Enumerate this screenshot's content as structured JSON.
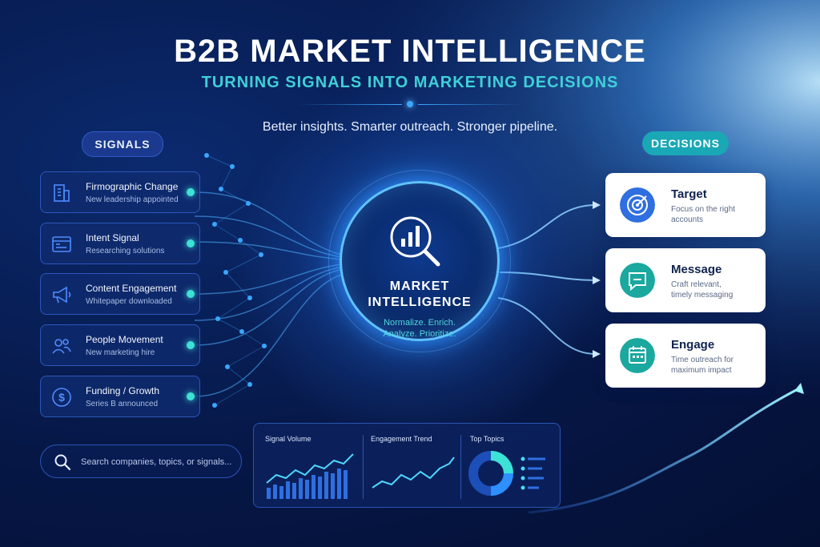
{
  "header": {
    "title": "B2B MARKET INTELLIGENCE",
    "subtitle": "TURNING SIGNALS INTO MARKETING DECISIONS",
    "tagline": "Better insights. Smarter outreach. Stronger pipeline."
  },
  "signals": {
    "label": "SIGNALS",
    "items": [
      {
        "title": "Firmographic Change",
        "detail": "New leadership appointed",
        "icon": "building-icon"
      },
      {
        "title": "Intent Signal",
        "detail": "Researching solutions",
        "icon": "browser-window-icon"
      },
      {
        "title": "Content Engagement",
        "detail": "Whitepaper downloaded",
        "icon": "megaphone-icon"
      },
      {
        "title": "People Movement",
        "detail": "New marketing hire",
        "icon": "people-icon"
      },
      {
        "title": "Funding / Growth",
        "detail": "Series B announced",
        "icon": "dollar-icon"
      }
    ]
  },
  "core": {
    "line1": "MARKET",
    "line2": "INTELLIGENCE",
    "sub1": "Normalize. Enrich.",
    "sub2": "Analyze. Prioritize.",
    "icon": "magnifier-bar-chart-icon"
  },
  "decisions": {
    "label": "DECISIONS",
    "items": [
      {
        "title": "Target",
        "line1": "Focus on the right",
        "line2": "accounts",
        "icon": "target-icon",
        "color": "#2f6fe0"
      },
      {
        "title": "Message",
        "line1": "Craft relevant,",
        "line2": "timely messaging",
        "icon": "chat-icon",
        "color": "#1aa89f"
      },
      {
        "title": "Engage",
        "line1": "Time outreach for",
        "line2": "maximum impact",
        "icon": "calendar-icon",
        "color": "#1aa89f"
      }
    ]
  },
  "search": {
    "placeholder": "Search companies, topics, or signals..."
  },
  "dashboard": {
    "panels": [
      {
        "label": "Signal Volume"
      },
      {
        "label": "Engagement Trend"
      },
      {
        "label": "Top Topics"
      }
    ]
  },
  "colors": {
    "accent_teal": "#3de1d6",
    "accent_blue": "#2e8fff",
    "background": "#061746"
  }
}
